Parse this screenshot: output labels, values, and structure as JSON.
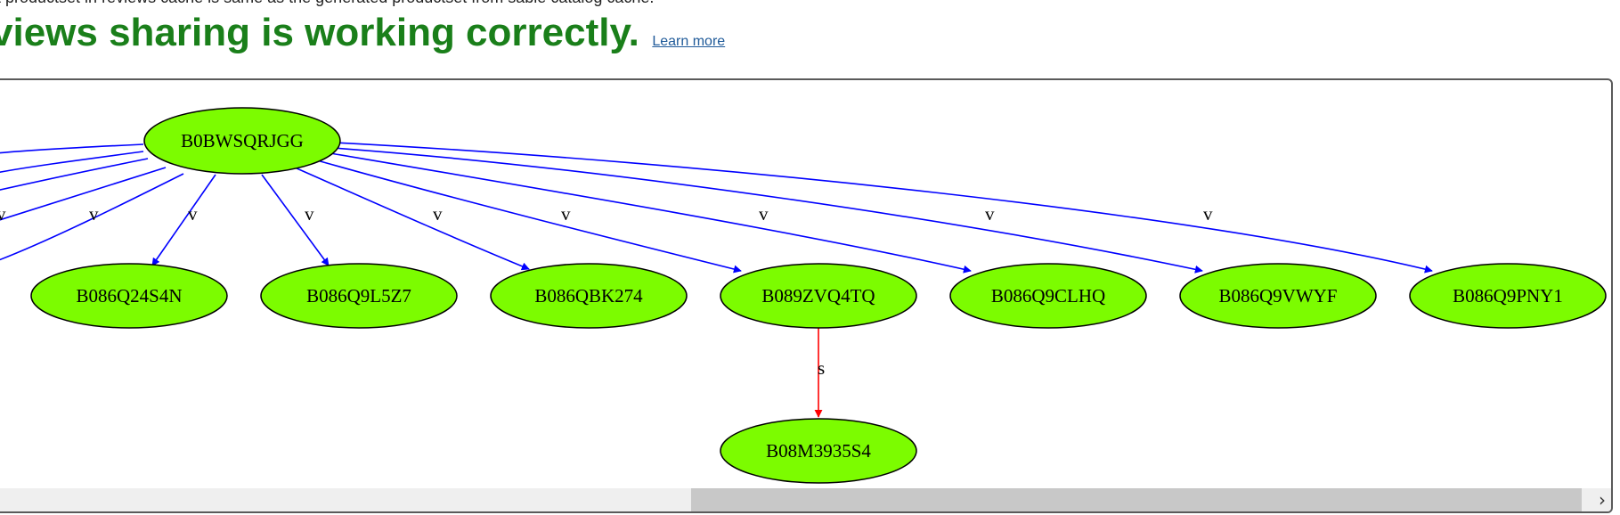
{
  "header": {
    "note": "t productset in reviews cache is same as the generated productset from sable catalog cache.",
    "status": "views sharing is working correctly.",
    "learn_more": "Learn more"
  },
  "colors": {
    "status_green": "#1a7f1a",
    "node_fill": "#7cfc00",
    "edge_v": "#0000ff",
    "edge_s": "#ff0000"
  },
  "graph": {
    "root": "B0BWSQRJGG",
    "children": [
      "B086Q24S4N",
      "B086Q9L5Z7",
      "B086QBK274",
      "B089ZVQ4TQ",
      "B086Q9CLHQ",
      "B086Q9VWYF",
      "B086Q9PNY1"
    ],
    "grandchild": "B08M3935S4",
    "edge_label_v": "v",
    "edge_label_s": "s"
  },
  "scrollbar": {
    "right_arrow": "›"
  }
}
